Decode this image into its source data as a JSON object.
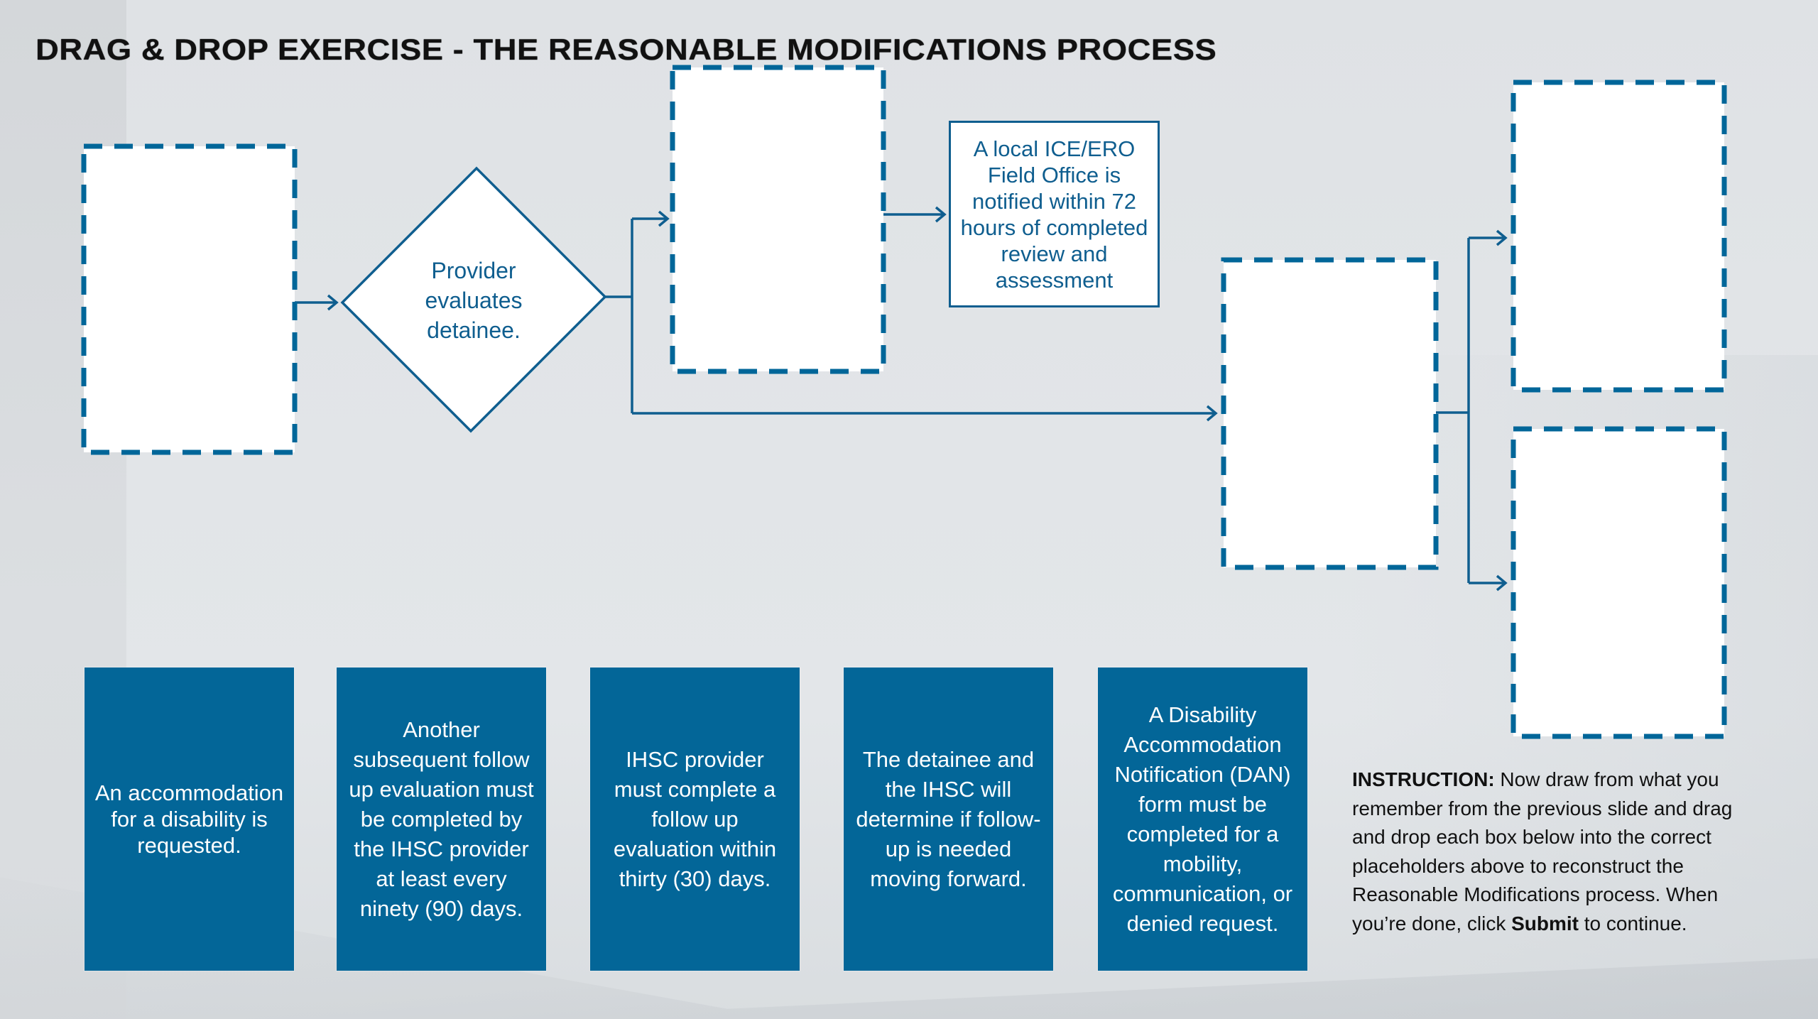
{
  "title": {
    "part1": "DRAG & DROP EXERCISE - ",
    "part2": "THE REASONABLE MODIFICATIONS PROCESS"
  },
  "flowchart": {
    "diamond": {
      "label": "Provider evaluates detainee."
    },
    "fixed_box": {
      "label": "A local ICE/ERO Field Office is notified within 72 hours of completed review and assessment"
    },
    "drop_zones": [
      {
        "id": "zone-a",
        "content": ""
      },
      {
        "id": "zone-b",
        "content": ""
      },
      {
        "id": "zone-c",
        "content": ""
      },
      {
        "id": "zone-d",
        "content": ""
      },
      {
        "id": "zone-e",
        "content": ""
      }
    ]
  },
  "cards": [
    {
      "text": "An accommodation for a disability is requested."
    },
    {
      "text": "Another subsequent follow up evaluation must be completed by the IHSC provider at least every ninety (90) days."
    },
    {
      "text": "IHSC provider must complete a follow up evaluation within thirty (30) days."
    },
    {
      "text": "The detainee and the IHSC will determine if follow-up is needed moving forward."
    },
    {
      "text": "A Disability Accommodation Notification (DAN) form must be completed for a mobility, communication, or denied request."
    }
  ],
  "instruction": {
    "label": "INSTRUCTION:",
    "text_before": " Now draw from what you remember from the previous slide and drag and drop each box below into the correct placeholders above to reconstruct the Reasonable Modifications process. When you’re done, click ",
    "submit_word": "Submit",
    "text_after": " to continue."
  },
  "colors": {
    "primary_blue": "#036698",
    "line_blue": "#0f5e8f",
    "dash_blue": "#006699"
  }
}
